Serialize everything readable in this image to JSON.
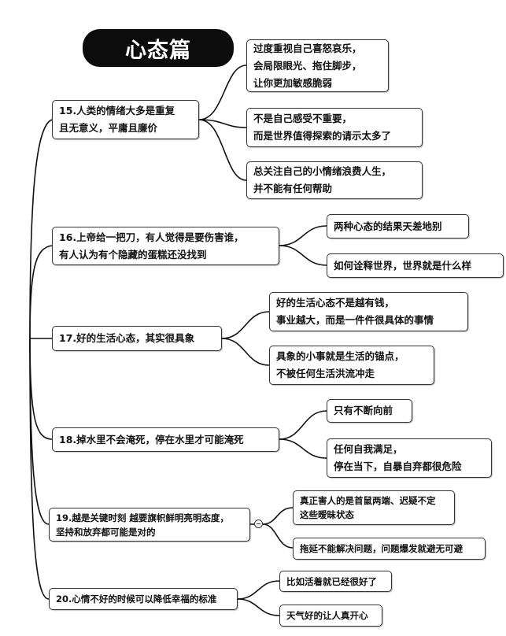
{
  "title": "心态篇",
  "topics": [
    {
      "lines": [
        "15.人类的情绪大多是重复",
        "且无意义，平庸且廉价"
      ],
      "children": [
        {
          "lines": [
            "过度重视自己喜怒哀乐，",
            "会局限眼光、拖住脚步，",
            "让你更加敏感脆弱"
          ]
        },
        {
          "lines": [
            "不是自己感受不重要，",
            "而是世界值得探索的请示太多了"
          ]
        },
        {
          "lines": [
            "总关注自己的小情绪浪费人生，",
            "并不能有任何帮助"
          ]
        }
      ]
    },
    {
      "lines": [
        "16.上帝给一把刀，有人觉得是要伤害谁，",
        "有人认为有个隐藏的蛋糕还没找到"
      ],
      "children": [
        {
          "lines": [
            "两种心态的结果天差地别"
          ]
        },
        {
          "lines": [
            "如何诠释世界，世界就是什么样"
          ]
        }
      ]
    },
    {
      "lines": [
        "17.好的生活心态，其实很具象"
      ],
      "children": [
        {
          "lines": [
            "好的生活心态不是越有钱，",
            "事业越大，而是一件件很具体的事情"
          ]
        },
        {
          "lines": [
            "具象的小事就是生活的锚点，",
            "不被任何生活洪流冲走"
          ]
        }
      ]
    },
    {
      "lines": [
        "18.掉水里不会淹死，停在水里才可能淹死"
      ],
      "children": [
        {
          "lines": [
            "只有不断向前"
          ]
        },
        {
          "lines": [
            "任何自我满足，",
            "停在当下，自暴自弃都很危险"
          ]
        }
      ]
    },
    {
      "lines": [
        "19.越是关键时刻 越要旗帜鲜明亮明态度，",
        "坚持和放弃都可能是对的"
      ],
      "children": [
        {
          "lines": [
            "真正害人的是首鼠两端、迟疑不定",
            "这些暧昧状态"
          ]
        },
        {
          "lines": [
            "拖延不能解决问题，问题爆发就避无可避"
          ]
        }
      ]
    },
    {
      "lines": [
        "20.心情不好的时候可以降低幸福的标准"
      ],
      "children": [
        {
          "lines": [
            "比如活着就已经很好了"
          ]
        },
        {
          "lines": [
            "天气好的让人真开心"
          ]
        }
      ]
    }
  ]
}
